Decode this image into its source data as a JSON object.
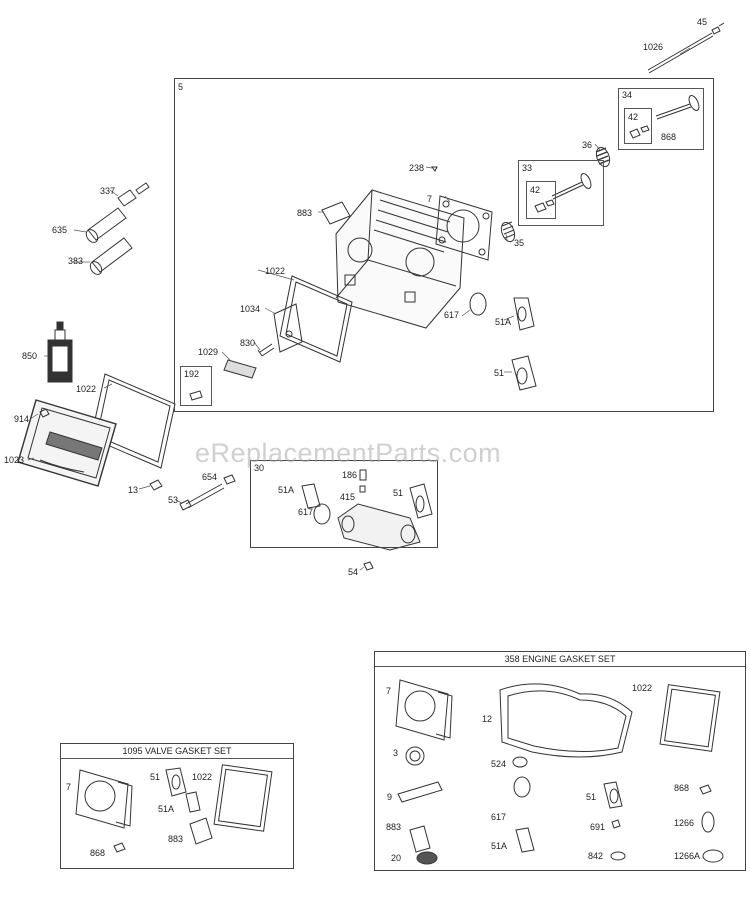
{
  "watermark": "eReplacementParts.com",
  "main_box_number": "5",
  "box_30_number": "30",
  "box_192_number": "192",
  "box_33_number": "33",
  "box_34_number": "34",
  "box_42a_number": "42",
  "box_42b_number": "42",
  "valve_set_title": "1095 VALVE GASKET SET",
  "engine_set_title": "358 ENGINE GASKET SET",
  "callouts": {
    "p45": "45",
    "p1026": "1026",
    "p337": "337",
    "p635": "635",
    "p383": "383",
    "p850": "850",
    "p914": "914",
    "p1022a": "1022",
    "p1023": "1023",
    "p13": "13",
    "p53": "53",
    "p654": "654",
    "p54": "54",
    "p238": "238",
    "p7": "7",
    "p883": "883",
    "p1022b": "1022",
    "p1034": "1034",
    "p830": "830",
    "p1029": "1029",
    "p617": "617",
    "p51a": "51A",
    "p51": "51",
    "p35": "35",
    "p36": "36",
    "p868": "868",
    "b30_186": "186",
    "b30_51a": "51A",
    "b30_415": "415",
    "b30_51": "51",
    "b30_617": "617",
    "v_7": "7",
    "v_51": "51",
    "v_1022": "1022",
    "v_51a": "51A",
    "v_883": "883",
    "v_868": "868",
    "e_7": "7",
    "e_1022": "1022",
    "e_12": "12",
    "e_3": "3",
    "e_9": "9",
    "e_524": "524",
    "e_51": "51",
    "e_868": "868",
    "e_883": "883",
    "e_617": "617",
    "e_691": "691",
    "e_1266": "1266",
    "e_20": "20",
    "e_51a": "51A",
    "e_842": "842",
    "e_1266a": "1266A"
  }
}
